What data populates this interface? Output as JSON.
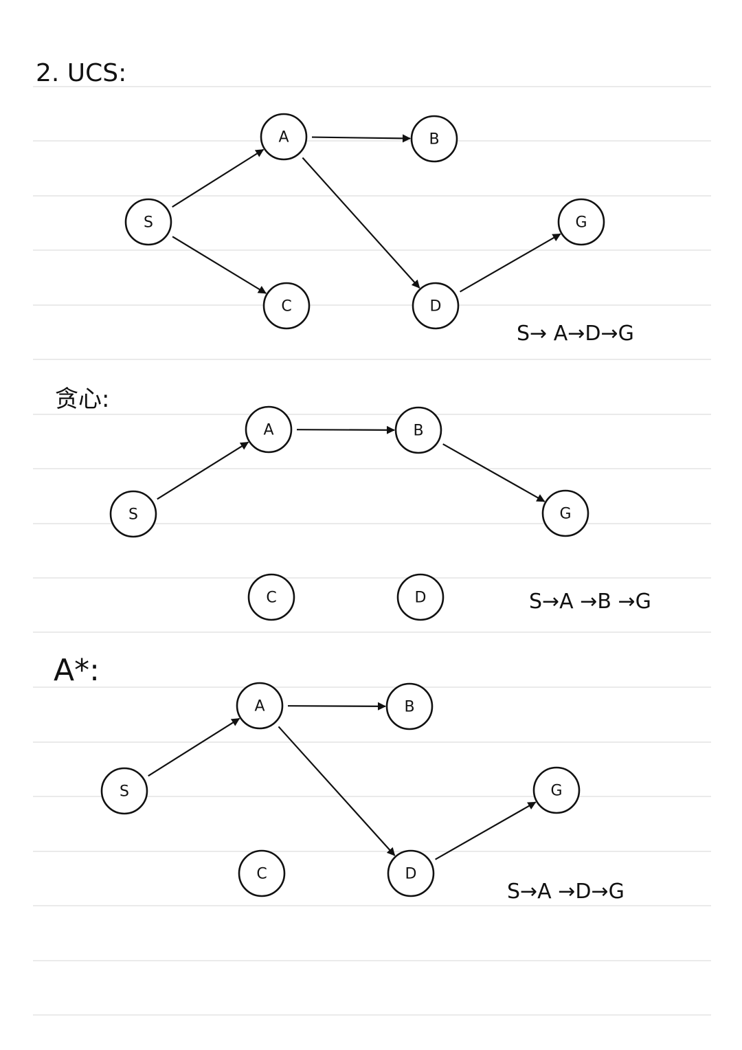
{
  "sections": [
    {
      "id": "ucs",
      "heading": "2.  UCS:",
      "nodes": [
        "S",
        "A",
        "B",
        "C",
        "D",
        "G"
      ],
      "edges": [
        [
          "S",
          "A"
        ],
        [
          "S",
          "C"
        ],
        [
          "A",
          "B"
        ],
        [
          "A",
          "D"
        ],
        [
          "D",
          "G"
        ]
      ],
      "path": "S→ A→D→G"
    },
    {
      "id": "greedy",
      "heading": "贪心:",
      "nodes": [
        "S",
        "A",
        "B",
        "C",
        "D",
        "G"
      ],
      "edges": [
        [
          "S",
          "A"
        ],
        [
          "A",
          "B"
        ],
        [
          "B",
          "G"
        ]
      ],
      "path": "S→A →B →G"
    },
    {
      "id": "astar",
      "heading": "A*:",
      "nodes": [
        "S",
        "A",
        "B",
        "C",
        "D",
        "G"
      ],
      "edges": [
        [
          "S",
          "A"
        ],
        [
          "A",
          "B"
        ],
        [
          "A",
          "D"
        ],
        [
          "D",
          "G"
        ]
      ],
      "path": "S→A →D→G"
    }
  ]
}
